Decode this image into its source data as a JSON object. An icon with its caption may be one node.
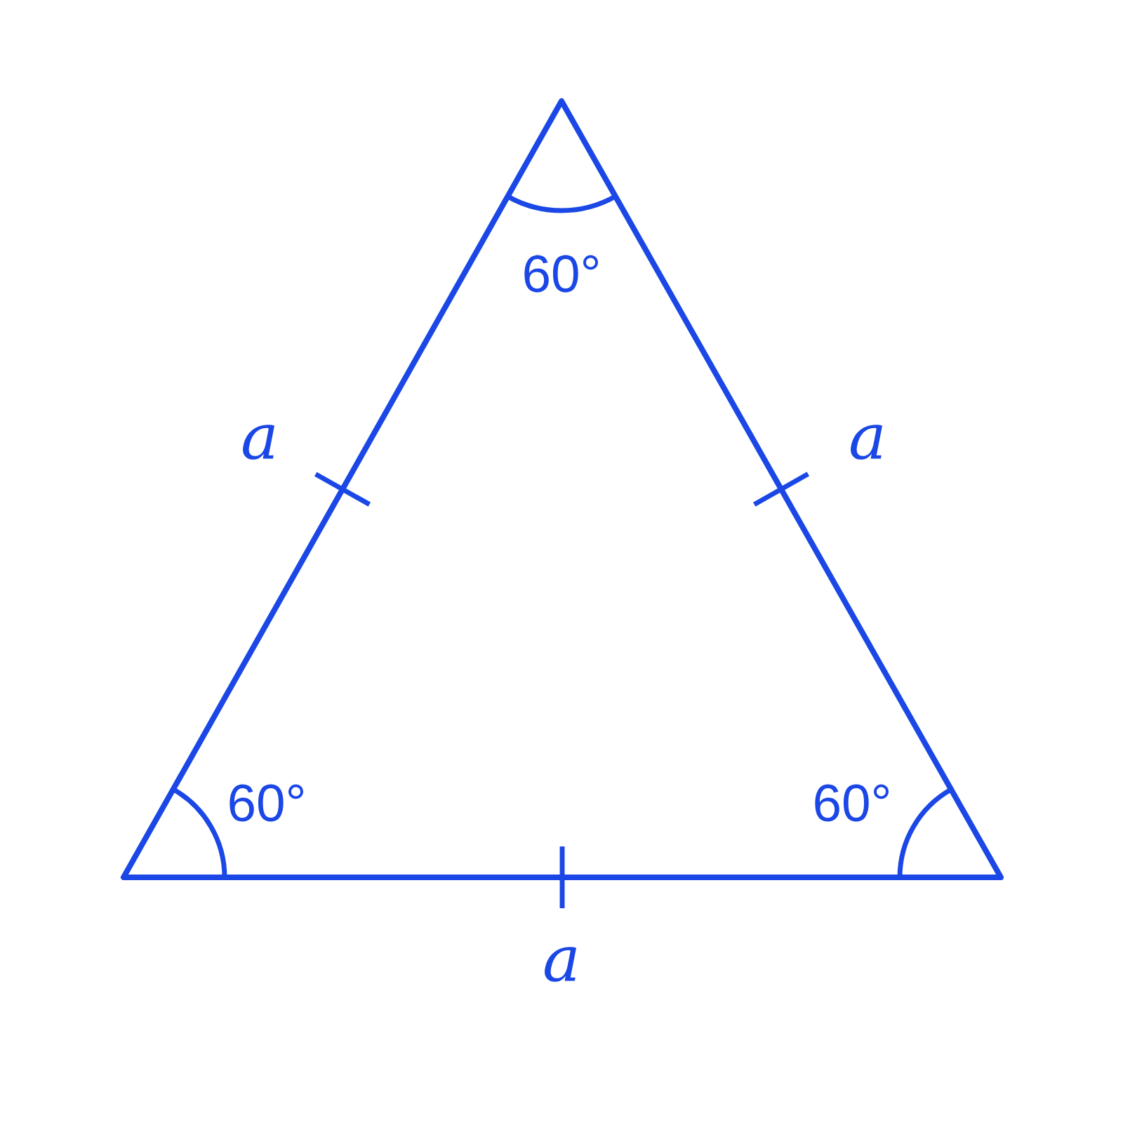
{
  "diagram": {
    "labels": [
      "60°",
      "a",
      "a",
      "60°",
      "60°",
      "a"
    ]
  }
}
